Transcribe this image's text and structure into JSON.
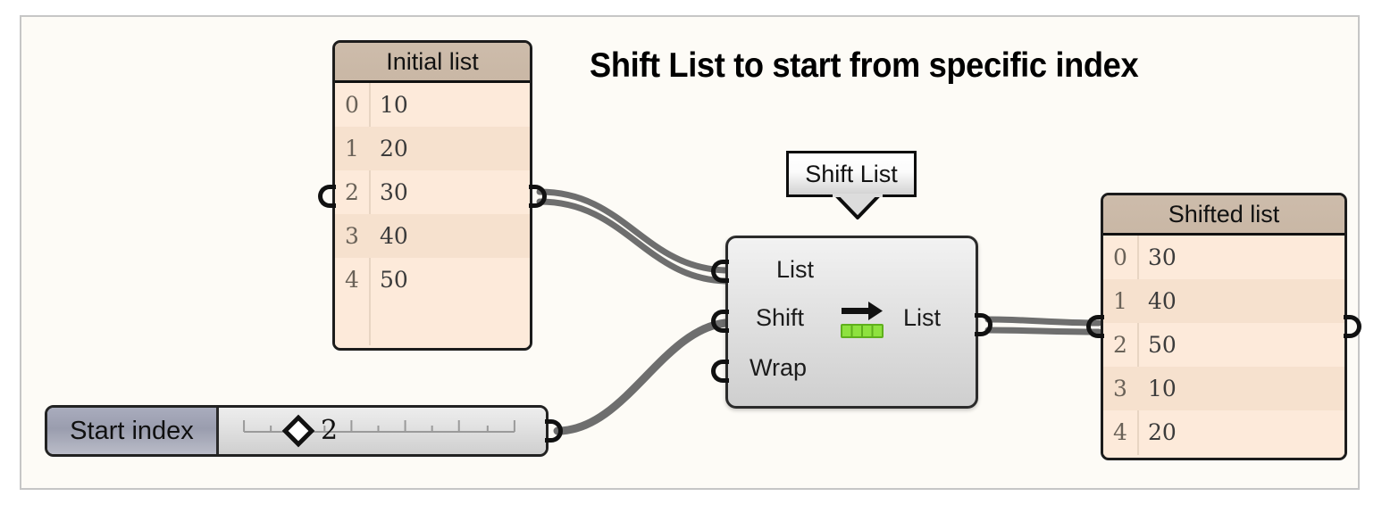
{
  "title": "Shift List to start from specific index",
  "colors": {
    "background": "#fdfbf6",
    "frame_border": "#c6c6c6",
    "watch_header": "#cbbaa9",
    "watch_row": "#fdeada",
    "watch_row_alt": "#f6e1ce",
    "node_body": "#e3e3e3",
    "wire": "#6e6e6e",
    "slider_label": "#9a9dae",
    "icon_green": "#6cc22a"
  },
  "initial_list": {
    "title": "Initial list",
    "columns": [
      "index",
      "value"
    ],
    "rows": [
      {
        "index": "0",
        "value": "10"
      },
      {
        "index": "1",
        "value": "20"
      },
      {
        "index": "2",
        "value": "30"
      },
      {
        "index": "3",
        "value": "40"
      },
      {
        "index": "4",
        "value": "50"
      }
    ],
    "input_port_name": "watch-input-port",
    "output_port_name": "watch-output-port"
  },
  "shifted_list": {
    "title": "Shifted list",
    "columns": [
      "index",
      "value"
    ],
    "rows": [
      {
        "index": "0",
        "value": "30"
      },
      {
        "index": "1",
        "value": "40"
      },
      {
        "index": "2",
        "value": "50"
      },
      {
        "index": "3",
        "value": "10"
      },
      {
        "index": "4",
        "value": "20"
      }
    ],
    "input_port_name": "watch-input-port",
    "output_port_name": "watch-output-port"
  },
  "shift_node": {
    "tooltip": "Shift List",
    "inputs": [
      "List",
      "Shift",
      "Wrap"
    ],
    "outputs": [
      "List"
    ],
    "icon": "shift-list-icon"
  },
  "slider": {
    "label": "Start index",
    "value": "2",
    "handle_glyph": "◆"
  }
}
